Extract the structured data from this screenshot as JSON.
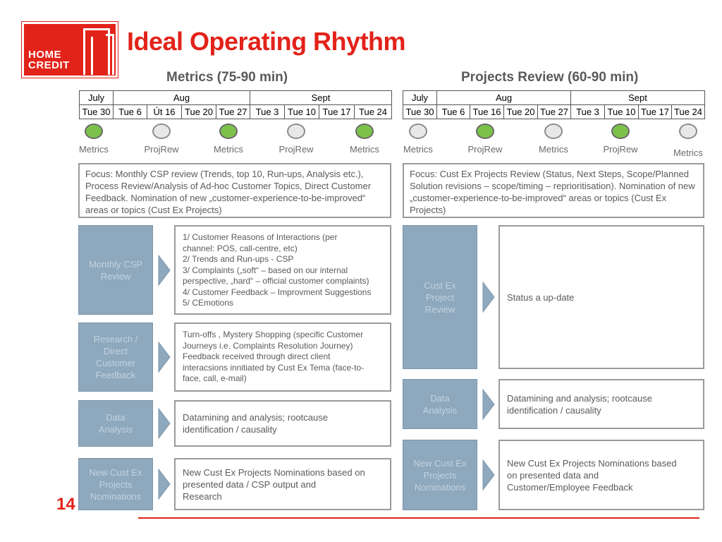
{
  "logo": {
    "line1": "HOME",
    "line2": "CREDIT"
  },
  "title": "Ideal Operating Rhythm",
  "page_number": "14",
  "metrics": {
    "heading": "Metrics (75-90 min)",
    "months": [
      {
        "label": "July",
        "span": 1
      },
      {
        "label": "Aug",
        "span": 4
      },
      {
        "label": "Sept",
        "span": 4
      }
    ],
    "days": [
      "Tue 30",
      "Tue 6",
      "Út 16",
      "Tue 20",
      "Tue 27",
      "Tue 3",
      "Tue 10",
      "Tue 17",
      "Tue 24"
    ],
    "markers": [
      {
        "label": "Metrics",
        "status": "green"
      },
      {
        "label": "ProjRew",
        "status": "grey"
      },
      {
        "label": "Metrics",
        "status": "green"
      },
      {
        "label": "ProjRew",
        "status": "grey"
      },
      {
        "label": "Metrics",
        "status": "green"
      }
    ],
    "focus": "Focus: Monthly CSP review (Trends, top 10, Run-ups, Analysis etc.), Process Review/Analysis of Ad-hoc Customer Topics, Direct Customer Feedback. Nomination of new „customer-experience-to-be-improved“ areas or topics (Cust Ex Projects)",
    "rows": [
      {
        "label": "Monthly CSP\nReview",
        "text": "1/ Customer Reasons of Interactions (per\nchannel: POS, call-centre, etc)\n2/ Trends and Run-ups - CSP\n3/ Complaints („soft“ – based on our internal\nperspective, „hard“ – official customer complaints)\n4/ Customer Feedback – Improvment Suggestions\n5/ CEmotions"
      },
      {
        "label": "Research /\nDirect\nCustomer\nFeedback",
        "text": "Turn-offs , Mystery Shopping (specific Customer\nJourneys i.e. Complaints Resolution Journey)\nFeedback received through direct client\ninteracsions innitiated by Cust Ex Tema (face-to-\nface, call, e-mail)"
      },
      {
        "label": "Data\nAnalysis",
        "text": "Datamining and analysis; rootcause\nidentification / causality"
      },
      {
        "label": "New Cust Ex\nProjects\nNominations",
        "text": "New Cust Ex Projects Nominations based on\n     presented data / CSP output  and\n     Research"
      }
    ]
  },
  "projects": {
    "heading": "Projects Review (60-90 min)",
    "months": [
      {
        "label": "July",
        "span": 1
      },
      {
        "label": "Aug",
        "span": 4
      },
      {
        "label": "Sept",
        "span": 4
      }
    ],
    "days": [
      "Tue 30",
      "Tue 6",
      "Tue 16",
      "Tue 20",
      "Tue 27",
      "Tue 3",
      "Tue 10",
      "Tue 17",
      "Tue 24"
    ],
    "markers": [
      {
        "label": "Metrics",
        "status": "grey"
      },
      {
        "label": "ProjRew",
        "status": "green"
      },
      {
        "label": "Metrics",
        "status": "grey"
      },
      {
        "label": "ProjRew",
        "status": "green"
      },
      {
        "label": "Metrics",
        "status": "grey"
      }
    ],
    "focus": "Focus: Cust Ex Projects Review (Status, Next Steps, Scope/Planned Solution revisions – scope/timing – reprioritisation). Nomination of new „customer-experience-to-be-improved“ areas or topics (Cust Ex Projects)",
    "rows": [
      {
        "label": "Cust Ex\nProject\nReview",
        "text": "Status a up-date"
      },
      {
        "label": "Data\nAnalysis",
        "text": "Datamining and analysis; rootcause\nidentification / causality"
      },
      {
        "label": "New Cust Ex\nProjects\nNominations",
        "text": "New Cust Ex Projects Nominations based\n     on presented data  and\n     Customer/Employee Feedback"
      }
    ]
  },
  "colors": {
    "brand_red": "#e2231a",
    "status_green": "#7cc24a",
    "status_grey": "#e8e8e8",
    "step_box": "#8ea8bd"
  }
}
